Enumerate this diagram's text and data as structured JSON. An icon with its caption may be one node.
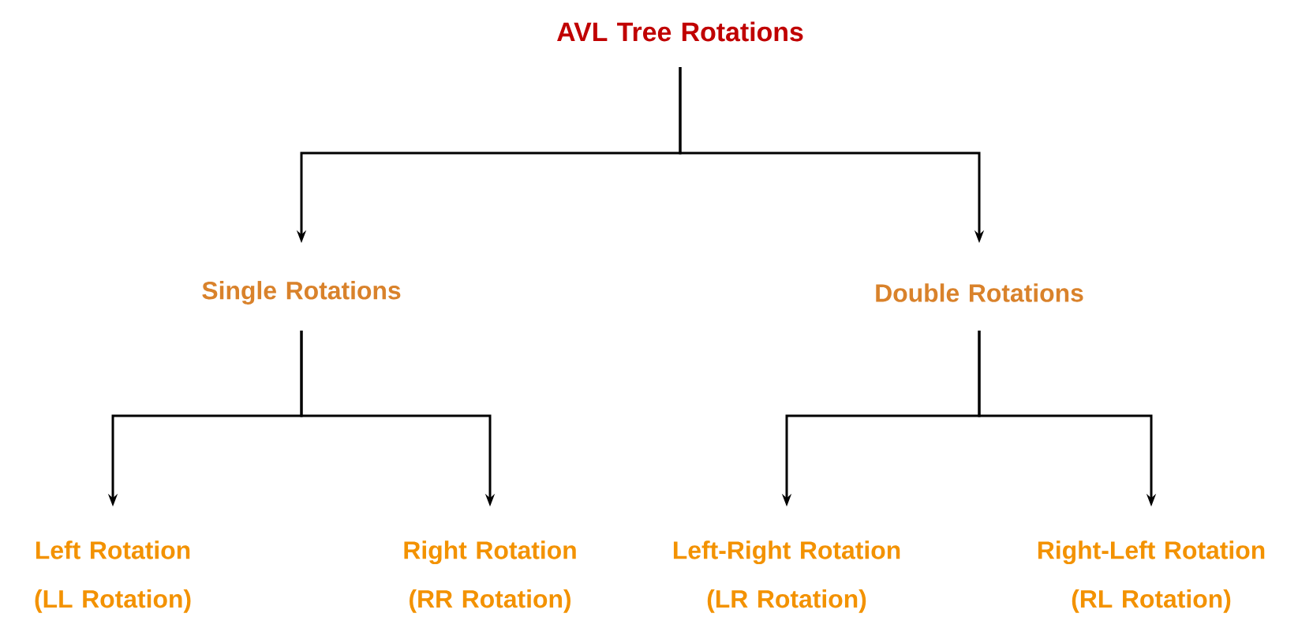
{
  "diagram": {
    "nodes": [
      {
        "text": [
          "AVL Tree Rotations"
        ]
      },
      {
        "text": [
          "Single Rotations"
        ]
      },
      {
        "text": [
          "Double Rotations"
        ]
      },
      {
        "text": [
          "Left Rotation (LL Rotation)"
        ]
      },
      {
        "text": [
          "Right Rotation (RR Rotation)"
        ]
      },
      {
        "text": [
          "Left-Right Rotation (LR Rotation)"
        ]
      },
      {
        "text": [
          "Right-Left Rotation (RL Rotation)"
        ]
      }
    ],
    "edges": [
      {
        "from": 0,
        "to": 1,
        "arrow": "to"
      },
      {
        "from": 0,
        "to": 2,
        "arrow": "to"
      },
      {
        "from": 1,
        "to": 3,
        "arrow": "to"
      },
      {
        "from": 1,
        "to": 4,
        "arrow": "to"
      },
      {
        "from": 2,
        "to": 5,
        "arrow": "to"
      },
      {
        "from": 2,
        "to": 6,
        "arrow": "to"
      }
    ]
  }
}
